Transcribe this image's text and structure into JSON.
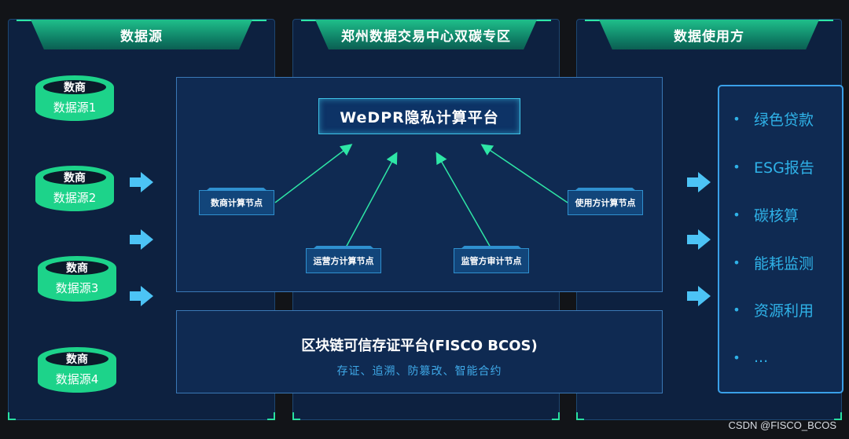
{
  "panels": {
    "left_title": "数据源",
    "mid_title": "郑州数据交易中心双碳专区",
    "right_title": "数据使用方"
  },
  "sources": [
    {
      "top": "数商",
      "label": "数据源1"
    },
    {
      "top": "数商",
      "label": "数据源2"
    },
    {
      "top": "数商",
      "label": "数据源3"
    },
    {
      "top": "数商",
      "label": "数据源4"
    }
  ],
  "wedpr": {
    "title": "WeDPR隐私计算平台",
    "nodes": {
      "merchant": "数商计算节点",
      "operator": "运营方计算节点",
      "regulator": "监管方审计节点",
      "user": "使用方计算节点"
    }
  },
  "bcos": {
    "title": "区块链可信存证平台(FISCO BCOS)",
    "subtitle": "存证、追溯、防篡改、智能合约"
  },
  "uses": [
    "绿色贷款",
    "ESG报告",
    "碳核算",
    "能耗监测",
    "资源利用",
    "..."
  ],
  "use_bullet": "•",
  "watermark": "CSDN @FISCO_BCOS",
  "colors": {
    "panel_bg": "#0d2140",
    "header_green": "#1fbf8a",
    "cylinder_green": "#1dd38a",
    "arrow_blue": "#4cc3f5",
    "connector_green": "#2ee6a6",
    "use_text": "#2fb2e8"
  }
}
